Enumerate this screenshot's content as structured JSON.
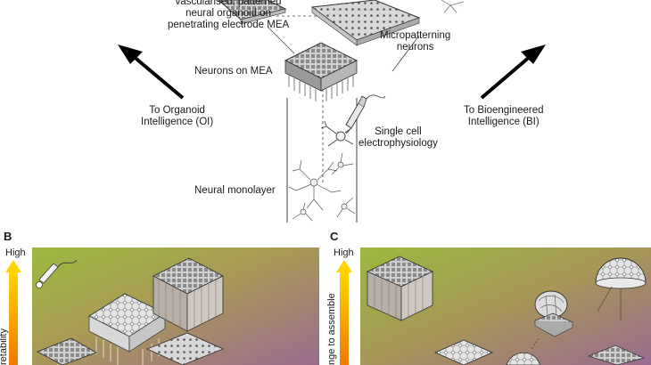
{
  "panel_a": {
    "labels": {
      "organoid": [
        "vascularised, patterned",
        "neural organoid on",
        "penetrating electrode MEA"
      ],
      "micropatterning": [
        "Micropatterning",
        "neurons"
      ],
      "neurons_mea": "Neurons on MEA",
      "single_cell": [
        "Single cell",
        "electrophysiology"
      ],
      "neural_monolayer": "Neural monolayer",
      "to_oi": [
        "To Organoid",
        "Intelligence (OI)"
      ],
      "to_bi": [
        "To Bioengineered",
        "Intelligence (BI)"
      ]
    }
  },
  "panel_b": {
    "letter": "B",
    "high": "High",
    "axis_text": "retability"
  },
  "panel_c": {
    "letter": "C",
    "high": "High",
    "axis_text": "nge to assemble"
  },
  "colors": {
    "panel_top_left": "#8fb33a",
    "panel_bottom_right": "#9a6a8e",
    "arrow_gradient_top": "#ffd400",
    "arrow_gradient_bottom": "#f07a00"
  }
}
